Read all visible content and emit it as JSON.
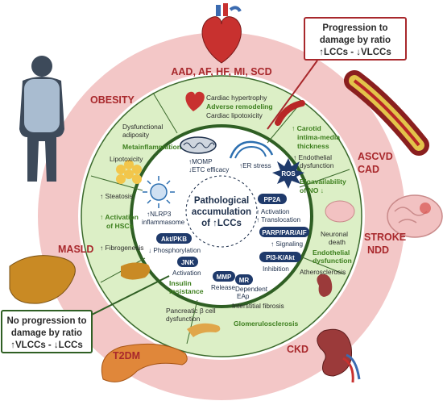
{
  "colors": {
    "outer_ring": "#f3c7c7",
    "green_band": "#dcefc6",
    "inner_disk": "#ffffff",
    "dark_green_border": "#2f5f24",
    "red_text": "#a8282c",
    "green_text": "#3d7f1e",
    "navy_pill": "#1f3a6b"
  },
  "center": {
    "line1": "Pathological",
    "line2": "accumulation",
    "line3": "of ↑LCCs"
  },
  "callouts": {
    "top": {
      "line1": "Progression to",
      "line2": "damage by ratio",
      "line3": "↑LCCs - ↓VLCCs"
    },
    "bottom": {
      "line1": "No progression to",
      "line2": "damage by ratio",
      "line3": "↑VLCCs - ↓LCCs"
    }
  },
  "diseases": {
    "cardiac": "AAD, AF, HF, MI, SCD",
    "obesity": "OBESITY",
    "ascvd": "ASCVD",
    "cad": "CAD",
    "masld": "MASLD",
    "stroke": "STROKE",
    "ndd": "NDD",
    "t2dm": "T2DM",
    "ckd": "CKD"
  },
  "band": {
    "cardiac1": "Cardiac hypertrophy",
    "cardiac2": "Adverse remodeling",
    "cardiac3": "Cardiac lipotoxicity",
    "dys1": "Dysfunctional",
    "dys2": "adiposity",
    "meta": "Metainflammation",
    "lipo": "Lipotoxicity",
    "steatosis": "↑ Steatosis",
    "hsc1": "↑ Activation",
    "hsc2": "of HSCs",
    "fibro": "↑ Fibrogenesis",
    "carotid1": "↑ Carotid",
    "carotid2": "intima-media",
    "carotid3": "thickness",
    "endo1": "↑ Endothelial",
    "endo2": "dysfunction",
    "bio1": "Bioavailability",
    "bio2": "of NO ↓",
    "neur1": "Neuronal",
    "neur2": "death",
    "endo3": "Endothelial",
    "endo4": "dysfunction",
    "athero": "Atherosclerosis",
    "insulin1": "Insulin",
    "insulin2": "resistance",
    "pancreas1": "Pancreatic β cell",
    "pancreas2": "dysfunction",
    "intersti": "Interstitial fibrosis",
    "glomer": "Glomerulosclerosis"
  },
  "inner": {
    "momp": "↑MOMP",
    "etc": "↓ETC efficacy",
    "er": "↑ER stress",
    "ros": "ROS",
    "nlrp1": "↑NLRP3",
    "nlrp2": "inflammasome",
    "pp2a": "PP2A",
    "pp2a_act": "↑ Activation",
    "pp2a_trans": "↑ Translocation",
    "parp": "PARP/PAR/AIF",
    "parp_sig": "↑ Signaling",
    "akt": "Akt/PKB",
    "akt_ph": "↓ Phosphorylation",
    "jnk": "JNK",
    "jnk_act": "Activation",
    "mmp": "MMP",
    "mmp_rel": "Release",
    "mr": "MR",
    "mr_dep1": "Dependent",
    "mr_dep2": "EAp",
    "pi3k": "PI3-K/Akt",
    "pi3k_inh": "Inhibition"
  }
}
